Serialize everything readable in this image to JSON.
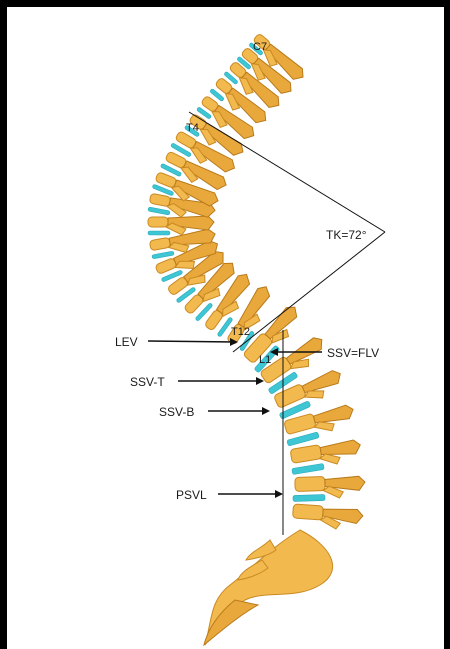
{
  "labels": {
    "c7": "C7",
    "t4": "T4",
    "tk": "TK=72°",
    "t12": "T12",
    "l1": "L1",
    "lev": "LEV",
    "ssv_flv": "SSV=FLV",
    "ssv_t": "SSV-T",
    "ssv_b": "SSV-B",
    "psvl": "PSVL"
  },
  "colors": {
    "bone": "#f2b94f",
    "disc": "#3ec6d4",
    "frame": "#000000"
  }
}
